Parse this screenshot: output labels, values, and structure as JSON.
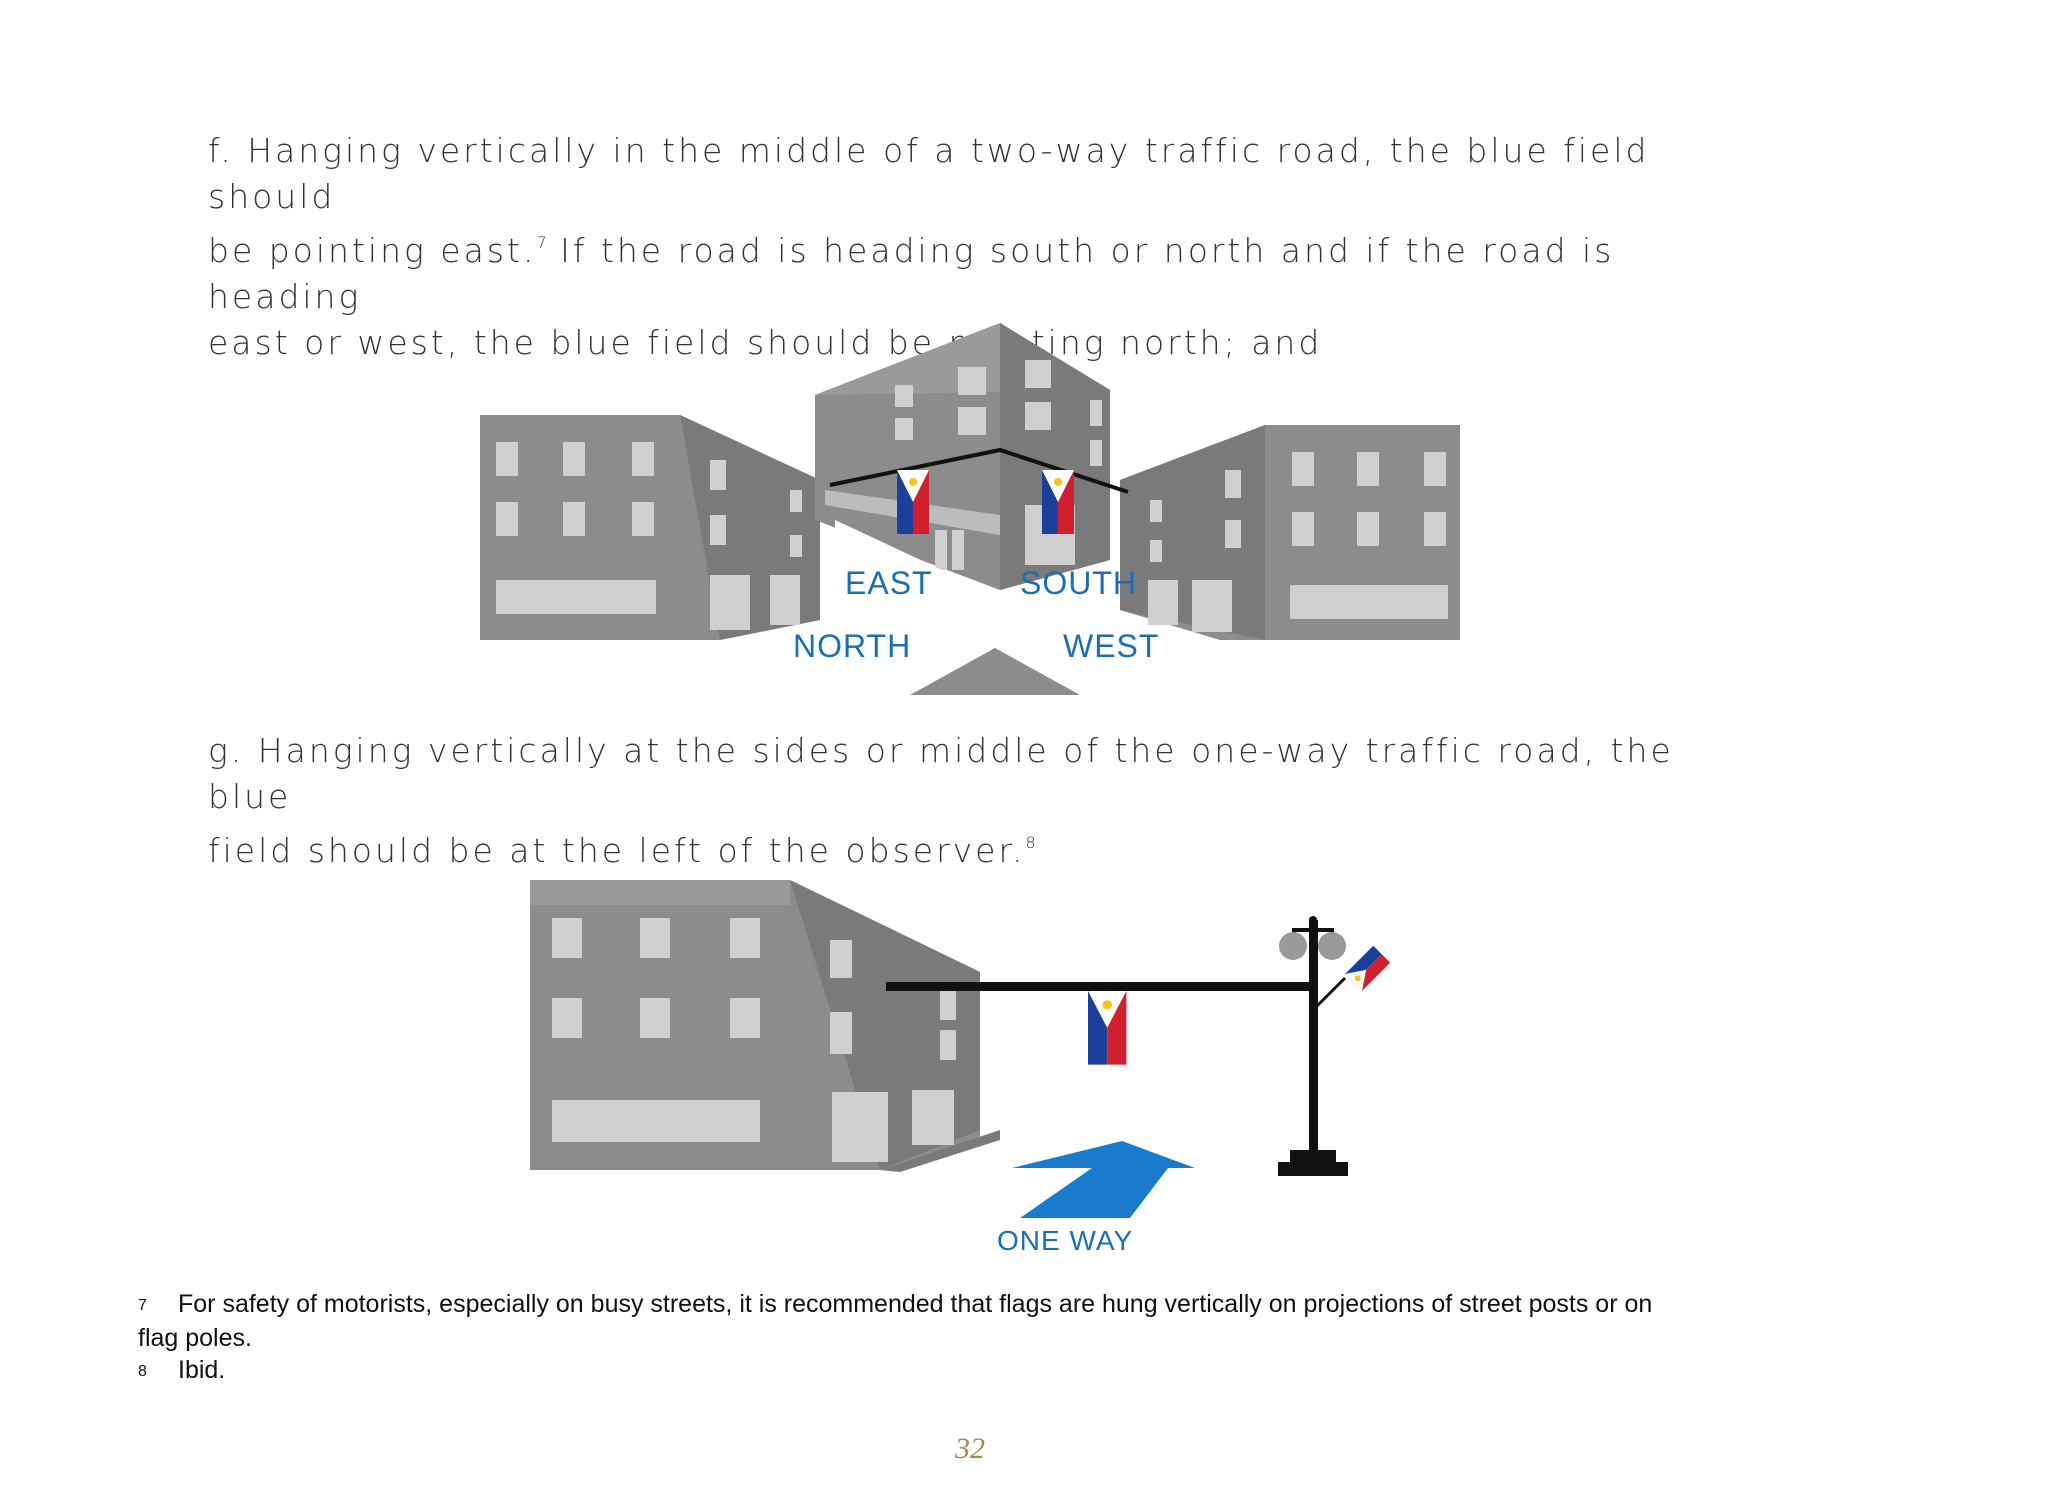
{
  "paragraph_f": {
    "line1": "f. Hanging vertically in the middle of a two-way traffic road, the blue field should",
    "line2_a": "be pointing east.",
    "line2_ref": "7",
    "line2_b": " If the road is heading south or north and if the road is heading",
    "line3": "east or west, the blue field should be pointing north; and"
  },
  "figure_two_way": {
    "labels": {
      "east": "EAST",
      "south": "SOUTH",
      "north": "NORTH",
      "west": "WEST"
    },
    "colors": {
      "label": "#1b6db5",
      "building": "#8c8c8c",
      "window": "#cfcfcf"
    }
  },
  "paragraph_g": {
    "line1": "g. Hanging vertically at the sides or middle of the one-way traffic road, the blue",
    "line2_a": "field should be at the left of the observer.",
    "line2_ref": "8"
  },
  "figure_one_way": {
    "label": "ONE WAY",
    "colors": {
      "arrow": "#1a7acc",
      "pole": "#111111"
    }
  },
  "flag_colors": {
    "blue": "#1c3f9b",
    "red": "#d0202e",
    "white": "#ffffff",
    "sun": "#f5c518"
  },
  "footnotes": [
    {
      "num": "7",
      "text": "For safety of motorists, especially on busy streets, it is recommended that flags are hung vertically on projections of street posts or on",
      "text_cont": "flag poles."
    },
    {
      "num": "8",
      "text": "Ibid."
    }
  ],
  "page_number": "32"
}
